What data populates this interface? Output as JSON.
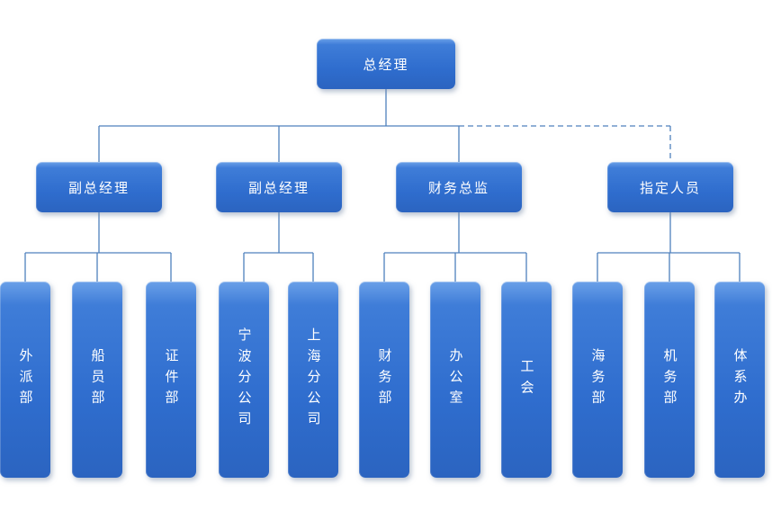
{
  "org_chart": {
    "root": {
      "label": "总经理",
      "children": [
        {
          "label": "副总经理",
          "link": "solid",
          "children": [
            {
              "label": "外派部"
            },
            {
              "label": "船员部"
            },
            {
              "label": "证件部"
            }
          ]
        },
        {
          "label": "副总经理",
          "link": "solid",
          "children": [
            {
              "label": "宁波分公司"
            },
            {
              "label": "上海分公司"
            }
          ]
        },
        {
          "label": "财务总监",
          "link": "solid",
          "children": [
            {
              "label": "财务部"
            },
            {
              "label": "办公室"
            },
            {
              "label": "工会"
            }
          ]
        },
        {
          "label": "指定人员",
          "link": "dashed",
          "children": [
            {
              "label": "海务部"
            },
            {
              "label": "机务部"
            },
            {
              "label": "体系办"
            }
          ]
        }
      ]
    },
    "colors": {
      "box_fill": "#3f7dd8",
      "box_fill_highlight": "#6aa0e8",
      "connector": "#4f81bd",
      "text": "#ffffff",
      "background": "#ffffff"
    }
  }
}
